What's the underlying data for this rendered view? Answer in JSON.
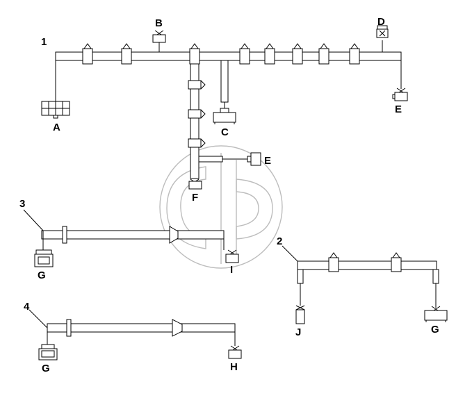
{
  "harness_numbers": {
    "h1": "1",
    "h2": "2",
    "h3": "3",
    "h4": "4"
  },
  "connector_labels": {
    "a": "A",
    "b": "B",
    "c": "C",
    "d": "D",
    "e_top": "E",
    "e_mid": "E",
    "f": "F",
    "g_3": "G",
    "g_2": "G",
    "g_4": "G",
    "h": "H",
    "i": "I",
    "j": "J"
  },
  "colors": {
    "line": "#000000",
    "watermark": "#bdbdbd"
  }
}
